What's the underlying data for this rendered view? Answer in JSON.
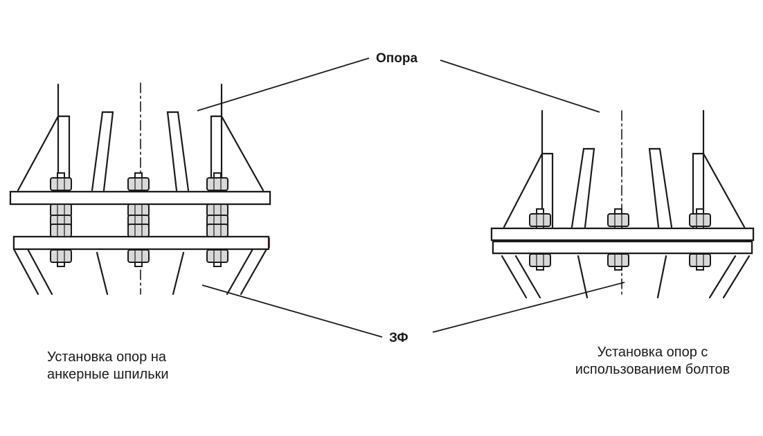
{
  "labels": {
    "support": "Опора",
    "foundation": "ЗФ"
  },
  "captions": {
    "left": {
      "line1": "Установка опор на",
      "line2": "анкерные шпильки"
    },
    "right": {
      "line1": "Установка опор с",
      "line2": "использованием болтов"
    }
  },
  "colors": {
    "ink": "#1a1a1a",
    "bolt_fill": "#d8d8d8",
    "plate_fill": "#ffffff",
    "accent_red": "#c0392b"
  }
}
